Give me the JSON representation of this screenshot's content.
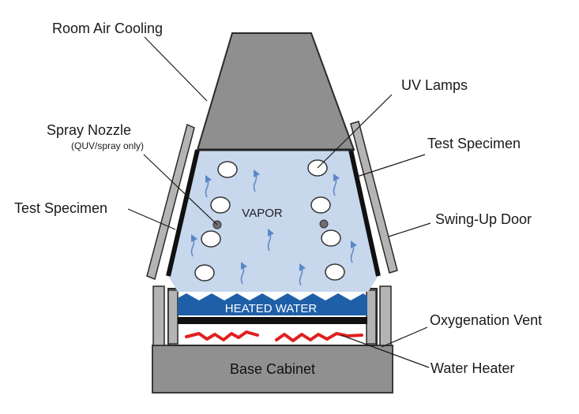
{
  "labels": {
    "room_air_cooling": "Room Air Cooling",
    "uv_lamps": "UV Lamps",
    "spray_nozzle": "Spray Nozzle",
    "spray_nozzle_note": "(QUV/spray only)",
    "test_specimen_right": "Test Specimen",
    "test_specimen_left": "Test Specimen",
    "swing_up_door": "Swing-Up Door",
    "vapor": "VAPOR",
    "heated_water": "HEATED WATER",
    "oxygenation_vent": "Oxygenation Vent",
    "water_heater": "Water Heater",
    "base_cabinet": "Base Cabinet"
  },
  "colors": {
    "chamber_fill": "#c7d7ec",
    "hood_fill": "#8f8f8f",
    "water_fill": "#1f5fa8",
    "heater_element": "#e02020",
    "base_fill": "#909090",
    "door_fill": "#b4b4b4",
    "arrow_color": "#5b86c8"
  }
}
